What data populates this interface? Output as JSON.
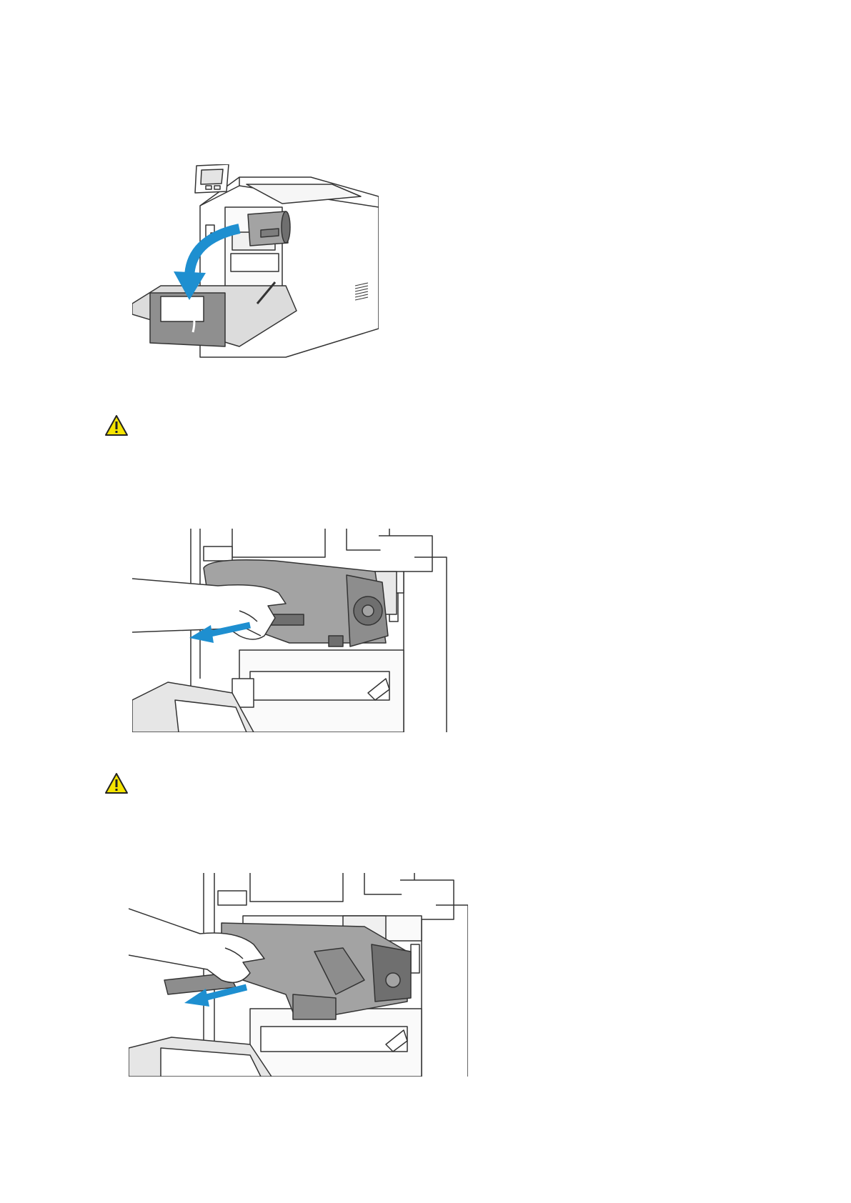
{
  "page": {
    "background": "#ffffff"
  },
  "figures": [
    {
      "name": "open-front-door-illustration",
      "icon": "printer-front-door-open"
    },
    {
      "name": "remove-toner-cartridge-illustration",
      "icon": "hand-pulling-toner-cartridge"
    },
    {
      "name": "remove-drum-cartridge-illustration",
      "icon": "hand-pulling-drum-cartridge"
    }
  ],
  "warnings": [
    {
      "icon": "warning-triangle-icon"
    },
    {
      "icon": "warning-triangle-icon"
    }
  ],
  "colors": {
    "arrow_blue": "#1e8fd0",
    "warning_yellow": "#f5e400",
    "line": "#333333",
    "cartridge_gray": "#a3a3a3",
    "cartridge_dark": "#6f6f6f"
  }
}
